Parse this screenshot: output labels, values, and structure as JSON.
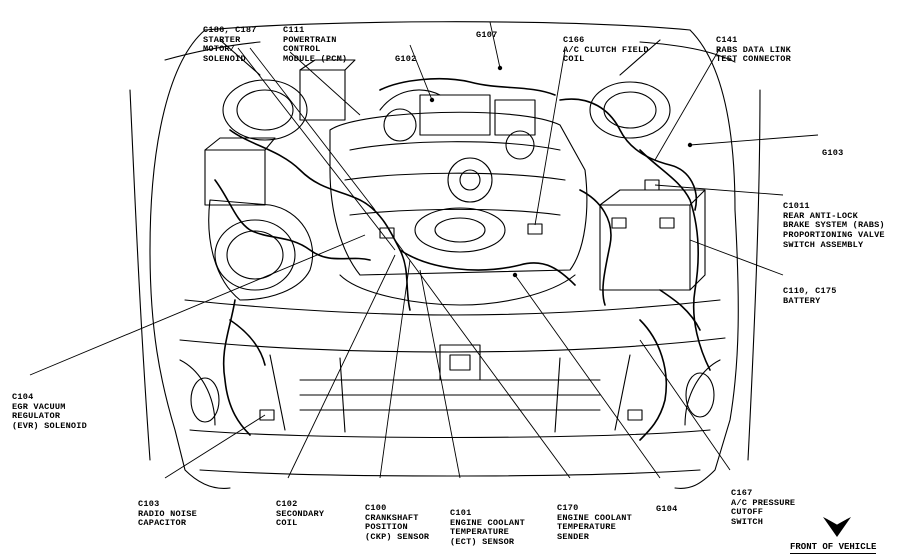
{
  "labels": {
    "c186": [
      "C186, C187",
      "STARTER",
      "MOTOR/",
      "SOLENOID"
    ],
    "c111": [
      "C111",
      "POWERTRAIN",
      "CONTROL",
      "MODULE (PCM)"
    ],
    "g102": [
      "G102"
    ],
    "g107": [
      "G107"
    ],
    "c166": [
      "C166",
      "A/C CLUTCH FIELD",
      "COIL"
    ],
    "c141": [
      "C141",
      "RABS DATA LINK",
      "TEST CONNECTOR"
    ],
    "g103": [
      "G103"
    ],
    "c1011": [
      "C1011",
      "REAR ANTI-LOCK",
      "BRAKE SYSTEM (RABS)",
      "PROPORTIONING VALVE",
      "SWITCH ASSEMBLY"
    ],
    "c110": [
      "C110, C175",
      "BATTERY"
    ],
    "c104": [
      "C104",
      "EGR VACUUM",
      "REGULATOR",
      "(EVR) SOLENOID"
    ],
    "c103": [
      "C103",
      "RADIO NOISE",
      "CAPACITOR"
    ],
    "c102": [
      "C102",
      "SECONDARY",
      "COIL"
    ],
    "c100": [
      "C100",
      "CRANKSHAFT",
      "POSITION",
      "(CKP) SENSOR"
    ],
    "c101": [
      "C101",
      "ENGINE COOLANT",
      "TEMPERATURE",
      "(ECT) SENSOR"
    ],
    "c170": [
      "C170",
      "ENGINE COOLANT",
      "TEMPERATURE",
      "SENDER"
    ],
    "g104": [
      "G104"
    ],
    "c167": [
      "C167",
      "A/C PRESSURE",
      "CUTOFF",
      "SWITCH"
    ]
  },
  "footer": {
    "front_label": "FRONT OF VEHICLE"
  },
  "icons": {
    "front_arrow": "down-arrow-icon"
  }
}
